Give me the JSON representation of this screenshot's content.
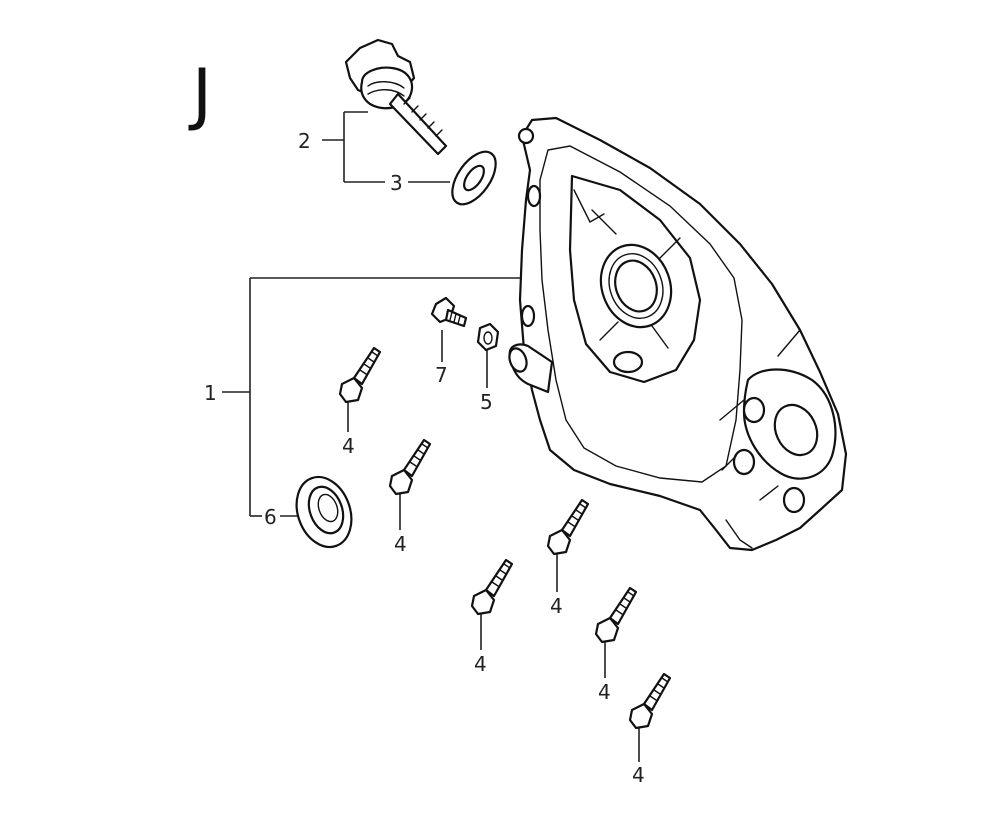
{
  "section_letter": "J",
  "callouts": {
    "c1": "1",
    "c2": "2",
    "c3": "3",
    "c4a": "4",
    "c4b": "4",
    "c4c": "4",
    "c4d": "4",
    "c4e": "4",
    "c4f": "4",
    "c5": "5",
    "c6": "6",
    "c7": "7"
  }
}
